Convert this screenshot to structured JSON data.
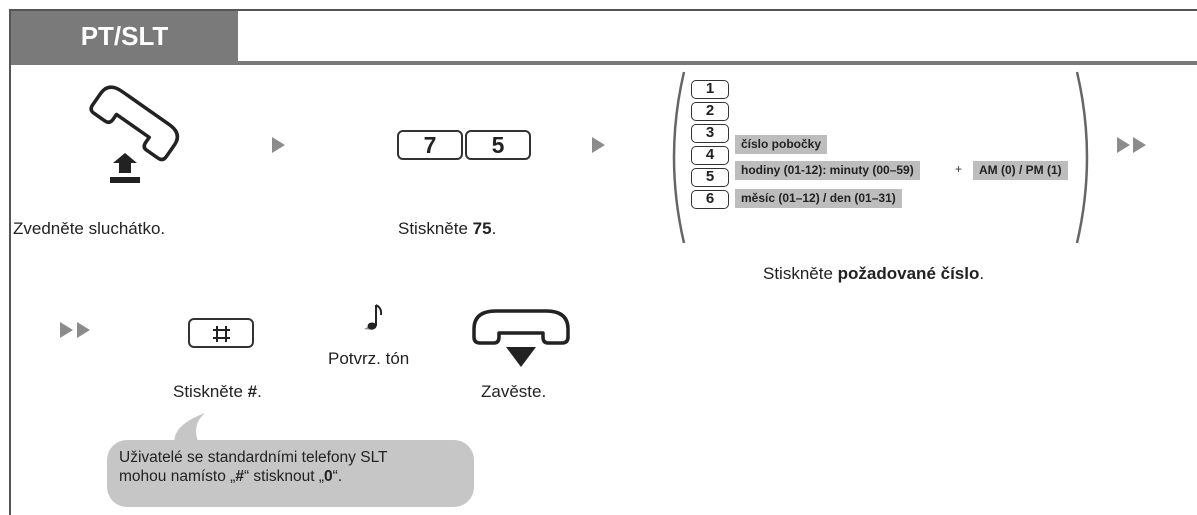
{
  "header": {
    "title": "PT/SLT"
  },
  "steps": [
    {
      "id": "lift",
      "icon": "handset-lift-icon",
      "label": "Zvedněte sluchátko."
    },
    {
      "id": "dial",
      "icon": "keypad-keys",
      "keys": [
        "7",
        "5"
      ],
      "label_prefix": "Stiskněte ",
      "label_bold": "75",
      "label_suffix": "."
    },
    {
      "id": "select",
      "icon": "parenthesized-options",
      "options": [
        {
          "key": "1",
          "pills": []
        },
        {
          "key": "2",
          "pills": []
        },
        {
          "key": "3",
          "pills": [
            "číslo pobočky"
          ]
        },
        {
          "key": "4",
          "pills": [
            "hodiny (01-12): minuty (00–59)",
            "AM (0) / PM (1)"
          ],
          "joiner": "+"
        },
        {
          "key": "5",
          "pills": [
            "měsíc (01–12) / den (01–31)"
          ]
        },
        {
          "key": "6",
          "pills": []
        }
      ],
      "label_prefix": "Stiskněte ",
      "label_bold": "požadované číslo",
      "label_suffix": "."
    },
    {
      "id": "hash",
      "icon": "hash-key",
      "label_prefix": "Stiskněte ",
      "label_bold": "#",
      "label_suffix": "."
    },
    {
      "id": "tone",
      "icon": "music-note-icon",
      "label": "Potvrz. tón"
    },
    {
      "id": "hangup",
      "icon": "handset-hangup-icon",
      "label": "Zavěste."
    }
  ],
  "note": {
    "line1": "Uživatelé se standardními telefony SLT",
    "line2_prefix": "mohou namísto „",
    "line2_bold1": "#",
    "line2_mid": "“ stisknout „",
    "line2_bold2": "0",
    "line2_suffix": "“."
  },
  "colors": {
    "header": "#7a7a7a",
    "arrow": "#8c8c8c",
    "pill": "#bdbdbd",
    "bubble": "#c6c6c6"
  }
}
